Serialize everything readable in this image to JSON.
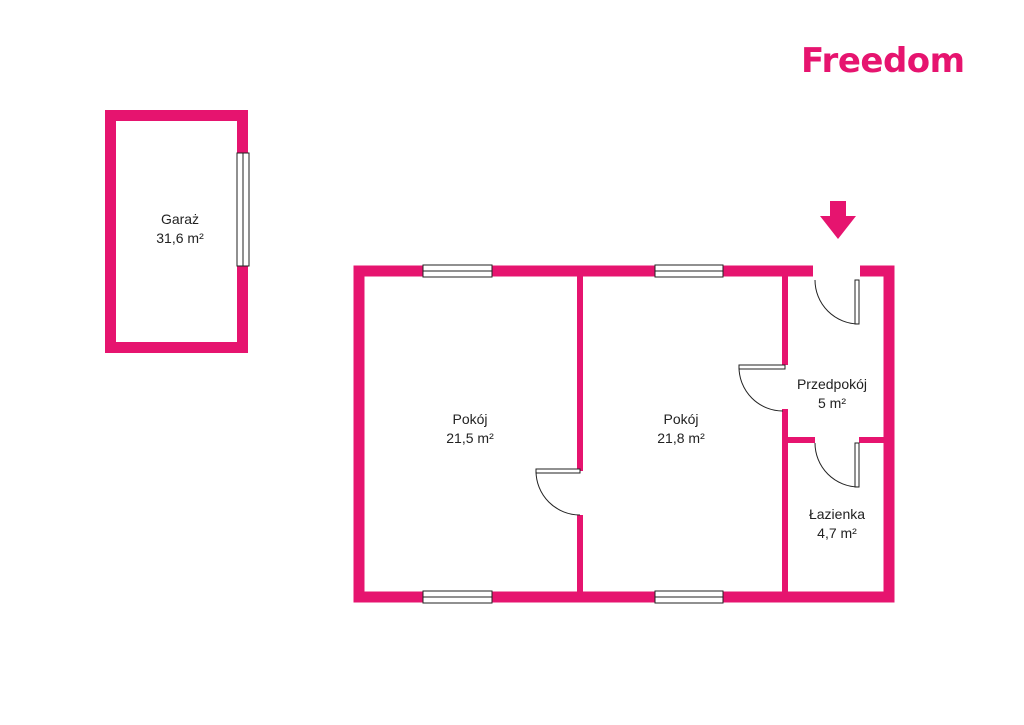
{
  "brand": {
    "name": "Freedom",
    "color": "#e6146f"
  },
  "colors": {
    "wall": "#e6146f",
    "window": "#ffffff",
    "door": "#222222",
    "text": "#222222",
    "arrow": "#e6146f"
  },
  "entrance": {
    "icon": "arrow-down-icon"
  },
  "rooms": [
    {
      "name": "Garaż",
      "area": "31,6 m²"
    },
    {
      "name": "Pokój",
      "area": "21,5 m²"
    },
    {
      "name": "Pokój",
      "area": "21,8 m²"
    },
    {
      "name": "Przedpokój",
      "area": "5 m²"
    },
    {
      "name": "Łazienka",
      "area": "4,7 m²"
    }
  ]
}
